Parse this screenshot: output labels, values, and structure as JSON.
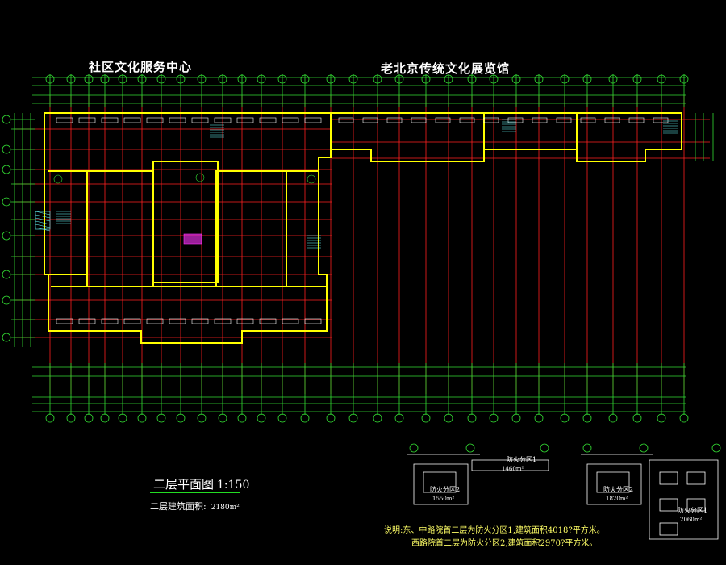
{
  "titles": {
    "left_building": "社区文化服务中心",
    "right_building": "老北京传统文化展览馆"
  },
  "plan": {
    "title": "二层平面图",
    "scale": "1:150",
    "area_label": "二层建筑面积:",
    "area_value": "2180m²"
  },
  "notes": {
    "line1": "说明:东、中路院首二层为防火分区1,建筑面积4018?平方米。",
    "line2": "西路院首二层为防火分区2,建筑面积2970?平方米。"
  },
  "key_plans": {
    "zone1_label": "防火分区1",
    "zone1_area": "1460m²",
    "zone2_label": "防火分区2",
    "zone2_area": "1550m²",
    "zone2b_label": "防火分区2",
    "zone2b_area": "1820m²",
    "zone3_label": "防火分区1",
    "zone3_area": "2060m²"
  },
  "colors": {
    "background": "#000000",
    "walls": "#ffff00",
    "grid_lines": "#ff2020",
    "dimension_lines": "#33dd33",
    "text": "#ffffff",
    "accent_magenta": "#ff33ff",
    "stair": "#66ffff"
  }
}
